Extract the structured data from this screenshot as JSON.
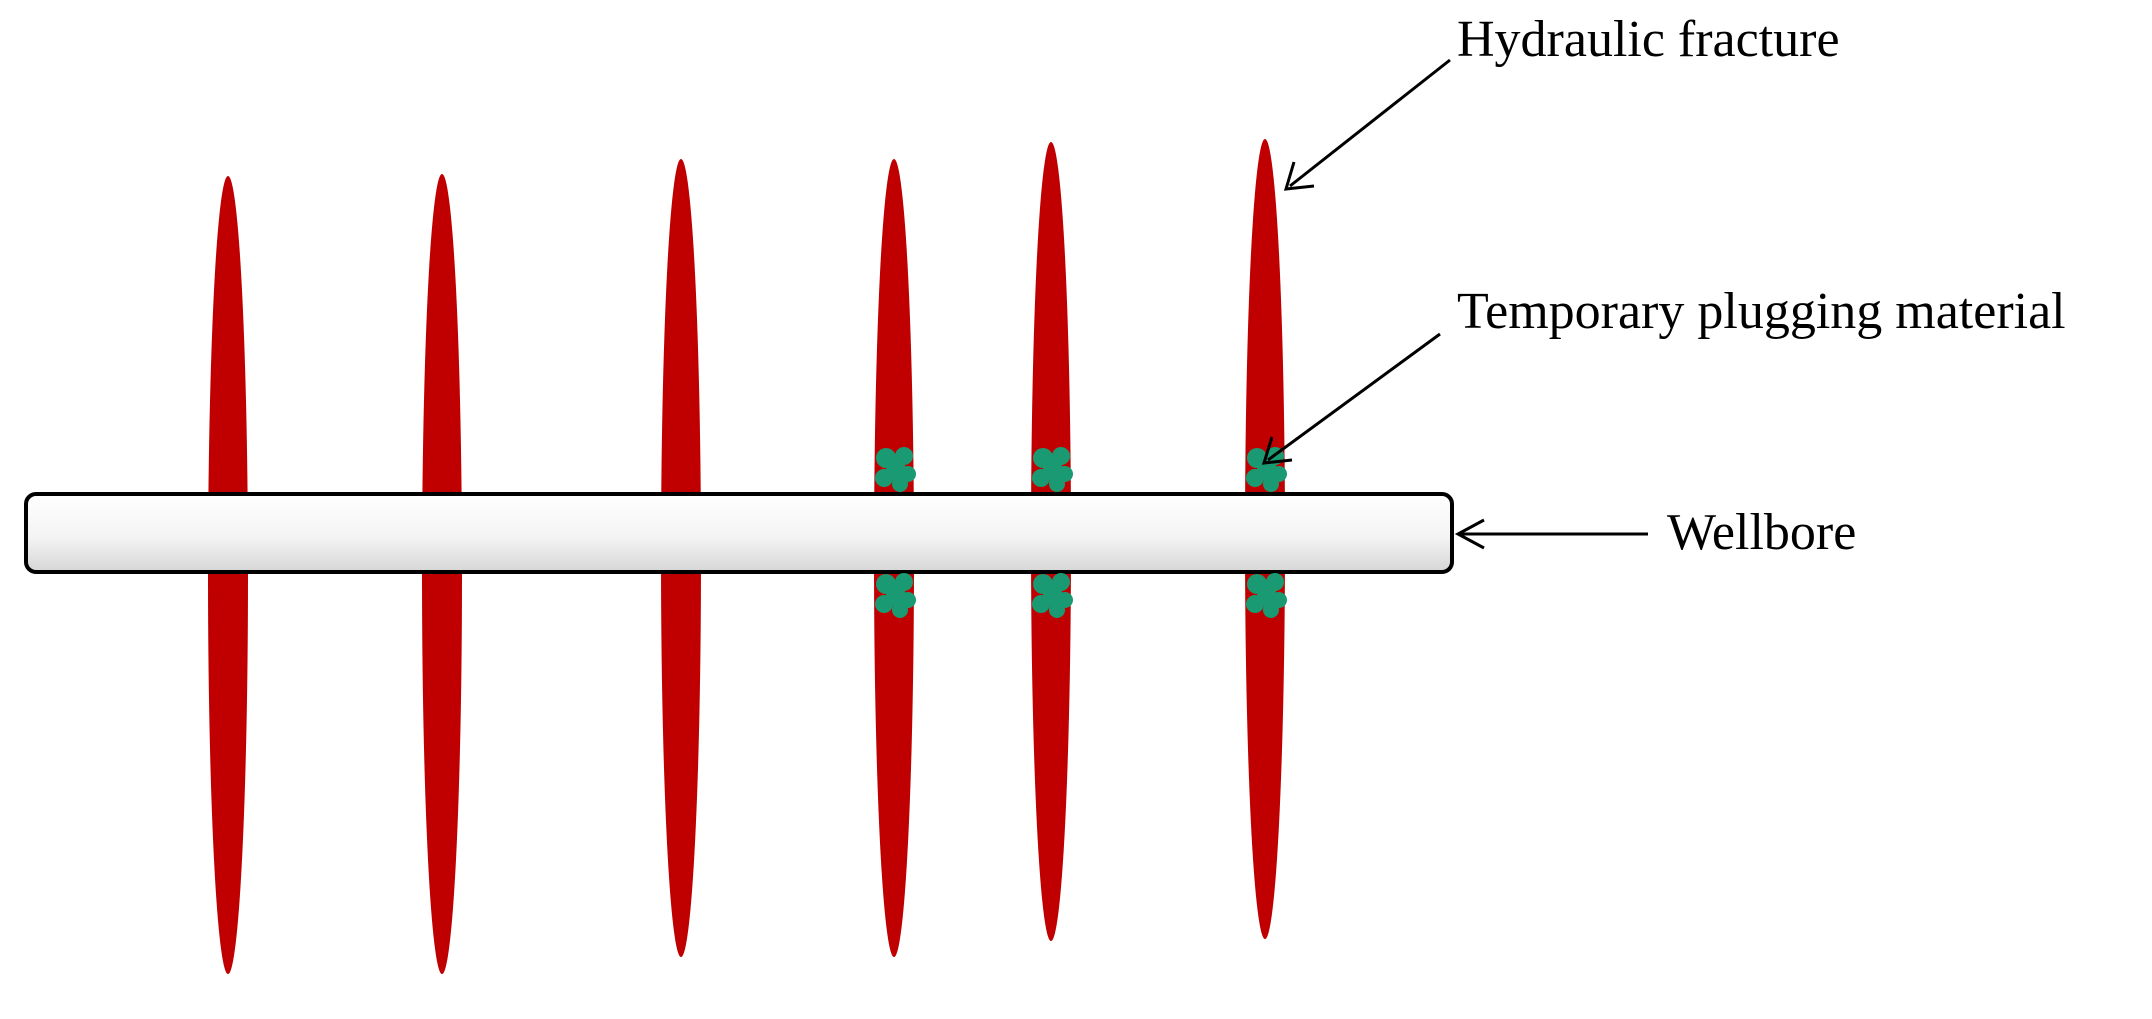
{
  "labels": {
    "hydraulic_fracture": "Hydraulic fracture",
    "temporary_plugging_material": "Temporary plugging material",
    "wellbore": "Wellbore"
  },
  "colors": {
    "fracture": "#c00000",
    "plugging_material": "#1a9a72",
    "wellbore_fill": "#f2f2f2",
    "wellbore_stroke": "#000000",
    "arrow": "#000000"
  },
  "fractures": {
    "count": 6,
    "plugged": [
      false,
      false,
      false,
      true,
      true,
      true
    ]
  }
}
